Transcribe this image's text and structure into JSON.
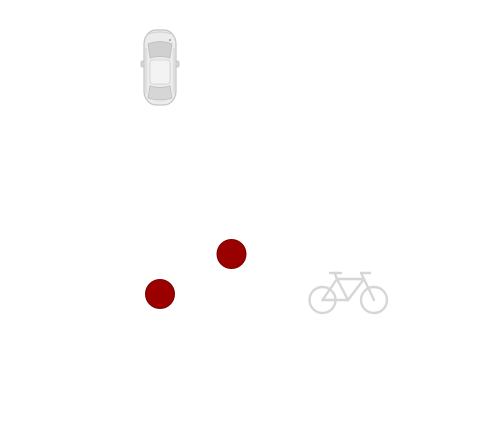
{
  "scene": {
    "background": "#ffffff",
    "objects": [
      {
        "kind": "car",
        "icon": "car-top-view-icon",
        "color": "#e6e6e6",
        "outline": "#bdbdbd"
      },
      {
        "kind": "dot",
        "icon": "red-dot-icon",
        "color": "#9b0000"
      },
      {
        "kind": "dot",
        "icon": "red-dot-icon",
        "color": "#9b0000"
      },
      {
        "kind": "bicycle",
        "icon": "bicycle-icon",
        "color": "#d6d6d6"
      }
    ]
  }
}
